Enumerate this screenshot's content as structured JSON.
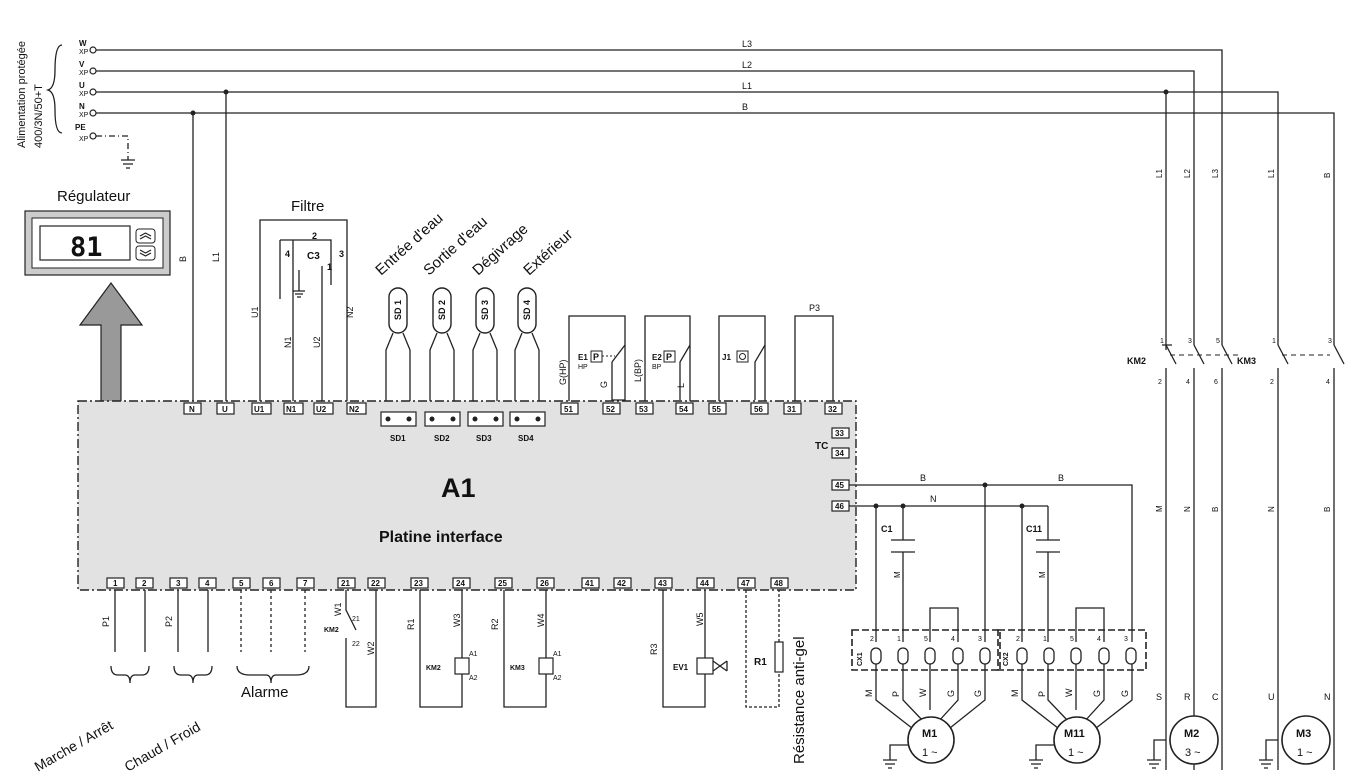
{
  "supply": {
    "label_line1": "Alimentation protégée",
    "label_line2": "400/3N/50+T",
    "terminals": [
      "W",
      "V",
      "U",
      "N",
      "PE"
    ],
    "xp": "XP",
    "lines": [
      "L3",
      "L2",
      "L1",
      "B"
    ]
  },
  "regulator": {
    "label": "Régulateur",
    "display": "81"
  },
  "filter": {
    "label": "Filtre",
    "component": "C3",
    "pins": [
      "2",
      "4",
      "3",
      "1"
    ],
    "wires": [
      "U1",
      "N1",
      "U2",
      "N2"
    ]
  },
  "wire_labels": {
    "b": "B",
    "l1": "L1"
  },
  "sensors": [
    {
      "label": "Entrée d'eau",
      "tag": "SD 1",
      "conn": "SD1"
    },
    {
      "label": "Sortie d'eau",
      "tag": "SD 2",
      "conn": "SD2"
    },
    {
      "label": "Dégivrage",
      "tag": "SD 3",
      "conn": "SD3"
    },
    {
      "label": "Extérieur",
      "tag": "SD 4",
      "conn": "SD4"
    }
  ],
  "pressure": {
    "e1": "E1",
    "hp": "HP",
    "e2": "E2",
    "bp": "BP",
    "j1": "J1",
    "p": "P",
    "p3": "P3",
    "ghp": "G(HP)",
    "g": "G",
    "lbp": "L(BP)",
    "l": "L"
  },
  "board": {
    "id": "A1",
    "name": "Platine interface",
    "tc": "TC"
  },
  "top_terminals": [
    "N",
    "U",
    "U1",
    "N1",
    "U2",
    "N2",
    "51",
    "52",
    "53",
    "54",
    "55",
    "56",
    "31",
    "32"
  ],
  "right_terminals": [
    "33",
    "34",
    "45",
    "46"
  ],
  "bottom_terminals": [
    "1",
    "2",
    "3",
    "4",
    "5",
    "6",
    "7",
    "21",
    "22",
    "23",
    "24",
    "25",
    "26",
    "41",
    "42",
    "43",
    "44",
    "47",
    "48"
  ],
  "bottom": {
    "p1": "P1",
    "p2": "P2",
    "w1": "W1",
    "w2": "W2",
    "km2": "KM2",
    "km3": "KM3",
    "r1": "R1",
    "r2": "R2",
    "r3": "R3",
    "w3": "W3",
    "w4": "W4",
    "w5": "W5",
    "ev1": "EV1",
    "a1": "A1",
    "a2": "A2",
    "c21": "21",
    "c22": "22",
    "marche": "Marche / Arrêt",
    "chaud": "Chaud / Froid",
    "alarme": "Alarme",
    "resistance": "Résistance anti-gel",
    "res_id": "R1"
  },
  "motors": {
    "b": "B",
    "n": "N",
    "c1": "C1",
    "c11": "C11",
    "m": "M",
    "cx1": "CX1",
    "cx2": "CX2",
    "pins": [
      "2",
      "1",
      "5",
      "4",
      "3"
    ],
    "leads": [
      "M",
      "P",
      "W",
      "G",
      "G"
    ],
    "m1": "M1",
    "m11": "M11",
    "m2": "M2",
    "m3": "M3",
    "phase1": "1 ~",
    "phase3": "3 ~",
    "km2_leads": [
      "L1",
      "L2",
      "L3"
    ],
    "km3_leads": [
      "L1",
      "B"
    ],
    "km2_poles_top": [
      "1",
      "3",
      "5"
    ],
    "km2_poles_bot": [
      "2",
      "4",
      "6"
    ],
    "km3_poles_top": [
      "1",
      "3"
    ],
    "km3_poles_bot": [
      "2",
      "4"
    ],
    "km2_out": [
      "M",
      "N",
      "B"
    ],
    "km3_out": [
      "N",
      "B"
    ],
    "m2_leads": [
      "S",
      "R",
      "C"
    ],
    "m3_leads": [
      "U",
      "N"
    ]
  }
}
